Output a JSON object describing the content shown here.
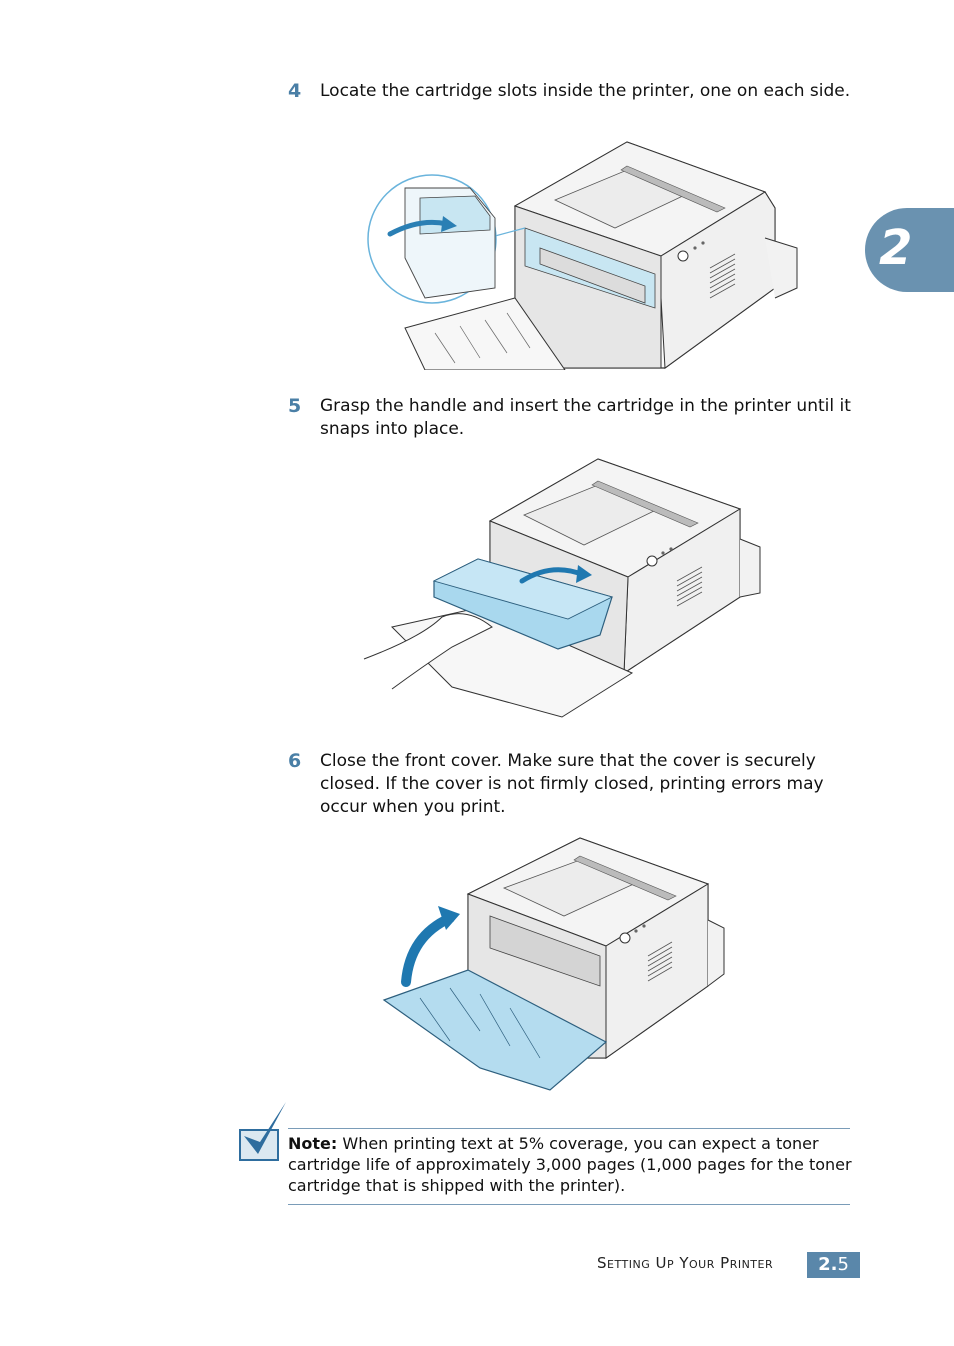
{
  "chapter": {
    "number": "2"
  },
  "steps": [
    {
      "number": "4",
      "text": "Locate the cartridge slots inside the printer, one on each side."
    },
    {
      "number": "5",
      "text": "Grasp the handle and insert the cartridge in the printer until it snaps into place."
    },
    {
      "number": "6",
      "text": "Close the front cover. Make sure that the cover is securely closed. If the cover is not firmly closed, printing errors may occur when you print."
    }
  ],
  "note": {
    "label": "Note:",
    "text": " When printing text at 5% coverage, you can expect a toner cartridge life of approximately 3,000 pages (1,000 pages for the toner cartridge that is shipped with the printer)."
  },
  "footer": {
    "section_title": "Setting Up Your Printer",
    "page_chapter": "2.",
    "page_number": "5"
  },
  "colors": {
    "accent": "#4a7fa6",
    "tab": "#6a92b0",
    "cartridge": "#a9d8ee"
  },
  "icons": [
    "checkmark-note-icon"
  ]
}
